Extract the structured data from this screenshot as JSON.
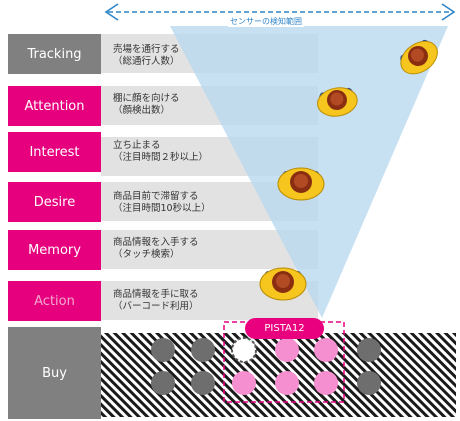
{
  "sensor_range": {
    "label": "センサーの検知範囲",
    "color": "#2f86c8"
  },
  "device": {
    "name": "PISTA12",
    "color": "#e9007f"
  },
  "colors": {
    "gray_label": "#808080",
    "magenta_label": "#e6007e",
    "action_text": "#f4a9cf",
    "beam": "#b7d8ef",
    "band": "#e2e2e2",
    "shelf_dot": "#6e6e6e",
    "pink_dot": "#f58fcf"
  },
  "stages": [
    {
      "label": "Tracking",
      "desc": "売場を通行する\n（総通行人数）",
      "style": "gray"
    },
    {
      "label": "Attention",
      "desc": "棚に顔を向ける\n（顔検出数）",
      "style": "magenta"
    },
    {
      "label": "Interest",
      "desc": "立ち止まる\n（注目時間２秒以上）",
      "style": "magenta"
    },
    {
      "label": "Desire",
      "desc": "商品目前で滞留する\n（注目時間10秒以上）",
      "style": "magenta"
    },
    {
      "label": "Memory",
      "desc": "商品情報を入手する\n（タッチ検索）",
      "style": "magenta"
    },
    {
      "label": "Action",
      "desc": "商品情報を手に取る\n（バーコード利用）",
      "style": "magenta"
    },
    {
      "label": "Buy",
      "desc": "",
      "style": "gray"
    }
  ]
}
